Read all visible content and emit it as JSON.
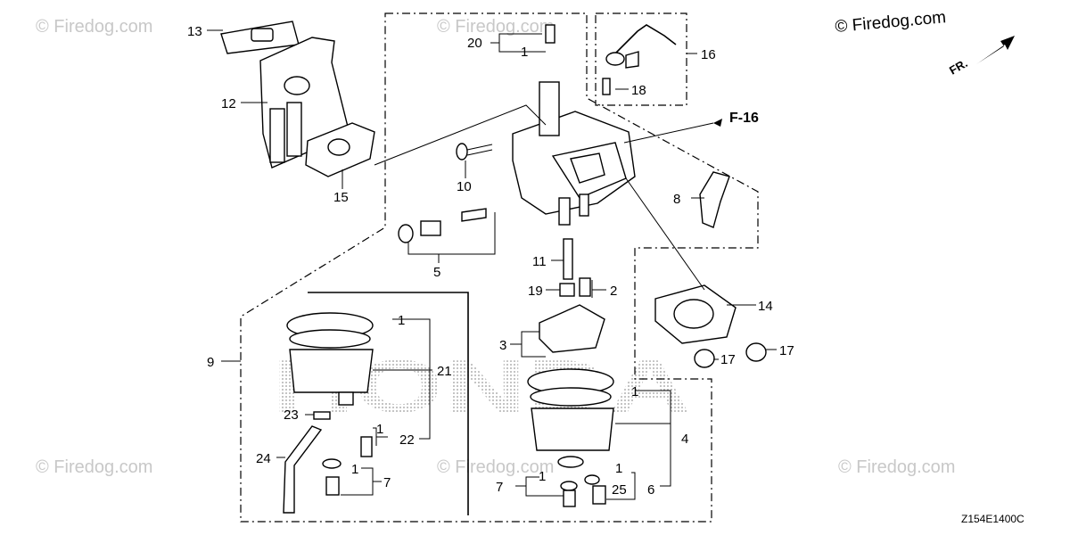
{
  "watermark": {
    "main": "© Firedog.com",
    "faint": "© Firedog.com"
  },
  "diagram_code": "Z154E1400C",
  "direction_label": "FR.",
  "reference_label": "F-16",
  "brand_watermark": "HONDA",
  "callouts": {
    "c13": "13",
    "c12": "12",
    "c15": "15",
    "c20": "20",
    "c1_top": "1",
    "c10": "10",
    "c5": "5",
    "c16": "16",
    "c18": "18",
    "c8": "8",
    "c11": "11",
    "c19": "19",
    "c2": "2",
    "c3": "3",
    "c14": "14",
    "c17_a": "17",
    "c17_b": "17",
    "c9": "9",
    "c1_left_top": "1",
    "c21": "21",
    "c23": "23",
    "c1_left_mid": "1",
    "c22": "22",
    "c24": "24",
    "c1_left_bot": "1",
    "c7_left": "7",
    "c1_right_top": "1",
    "c4": "4",
    "c7_right": "7",
    "c1_right_bot_a": "1",
    "c1_right_bot_b": "1",
    "c25": "25",
    "c6": "6"
  },
  "colors": {
    "line": "#000000",
    "watermark": "#c8c8c8",
    "background": "#ffffff"
  }
}
